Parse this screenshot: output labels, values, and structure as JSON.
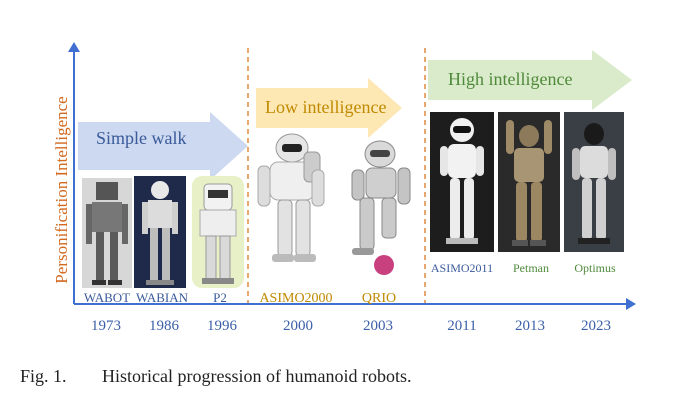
{
  "diagram": {
    "y_axis_label": "Personification Intelligence",
    "stages": [
      {
        "label": "Simple walk",
        "color": "#c9d6ef",
        "text_color": "#3a5a9a"
      },
      {
        "label": "Low intelligence",
        "color": "#fde5b1",
        "text_color": "#c08a00"
      },
      {
        "label": "High intelligence",
        "color": "#d6e9c6",
        "text_color": "#4f8a3a"
      }
    ],
    "robots": [
      {
        "name": "WABOT",
        "year": "1973",
        "stage": 0
      },
      {
        "name": "WABIAN",
        "year": "1986",
        "stage": 0
      },
      {
        "name": "P2",
        "year": "1996",
        "stage": 0
      },
      {
        "name": "ASIMO2000",
        "year": "2000",
        "stage": 1
      },
      {
        "name": "QRIO",
        "year": "2003",
        "stage": 1
      },
      {
        "name": "ASIMO2011",
        "year": "2011",
        "stage": 2
      },
      {
        "name": "Petman",
        "year": "2013",
        "stage": 2
      },
      {
        "name": "Optimus",
        "year": "2023",
        "stage": 2
      }
    ],
    "colors": {
      "axis": "#3f6fd1",
      "year_text": "#3a5fa8",
      "y_label": "#d2691e",
      "divider": "#e08a3c",
      "stage0_text": "#3a5a9a",
      "stage1_text": "#c08a00",
      "stage2_text": "#4f8a3a"
    }
  },
  "caption": {
    "number": "Fig. 1.",
    "text": "Historical progression of humanoid robots."
  }
}
